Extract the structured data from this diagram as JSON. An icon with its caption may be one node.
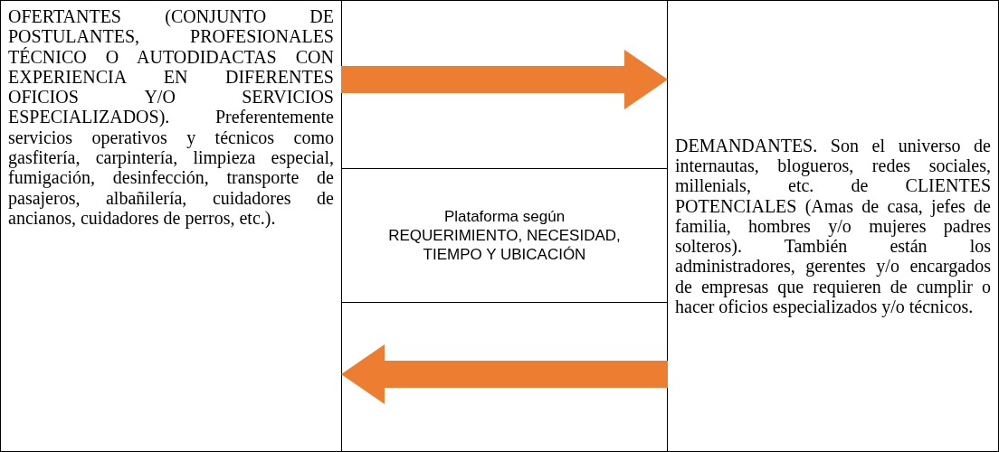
{
  "diagram": {
    "nodes": [
      {
        "text": [
          "OFERTANTES (CONJUNTO DE POSTULANTES, PROFESIONALES TÉCNICO O AUTODIDACTAS CON EXPERIENCIA EN DIFERENTES OFICIOS Y/O SERVICIOS ESPECIALIZADOS). Preferentemente servicios operativos y técnicos como gasfitería, carpintería, limpieza especial, fumigación, desinfección, transporte de pasajeros, albañilería, cuidadores de ancianos, cuidadores de perros, etc.)."
        ]
      },
      {
        "text": [
          "Plataforma según REQUERIMIENTO, NECESIDAD, TIEMPO Y UBICACIÓN"
        ]
      },
      {
        "text": [
          "DEMANDANTES. Son el universo de internautas, blogueros, redes sociales, millenials, etc. de CLIENTES POTENCIALES (Amas de casa, jefes de familia, hombres y/o mujeres padres solteros). También están los administradores, gerentes y/o encargados de empresas que requieren de cumplir o hacer oficios especializados y/o técnicos."
        ]
      }
    ],
    "edges": [
      {
        "from": 0,
        "to": 2,
        "arrow": "to",
        "color": "#ed7d31"
      },
      {
        "from": 2,
        "to": 0,
        "arrow": "to",
        "color": "#ed7d31"
      }
    ]
  }
}
